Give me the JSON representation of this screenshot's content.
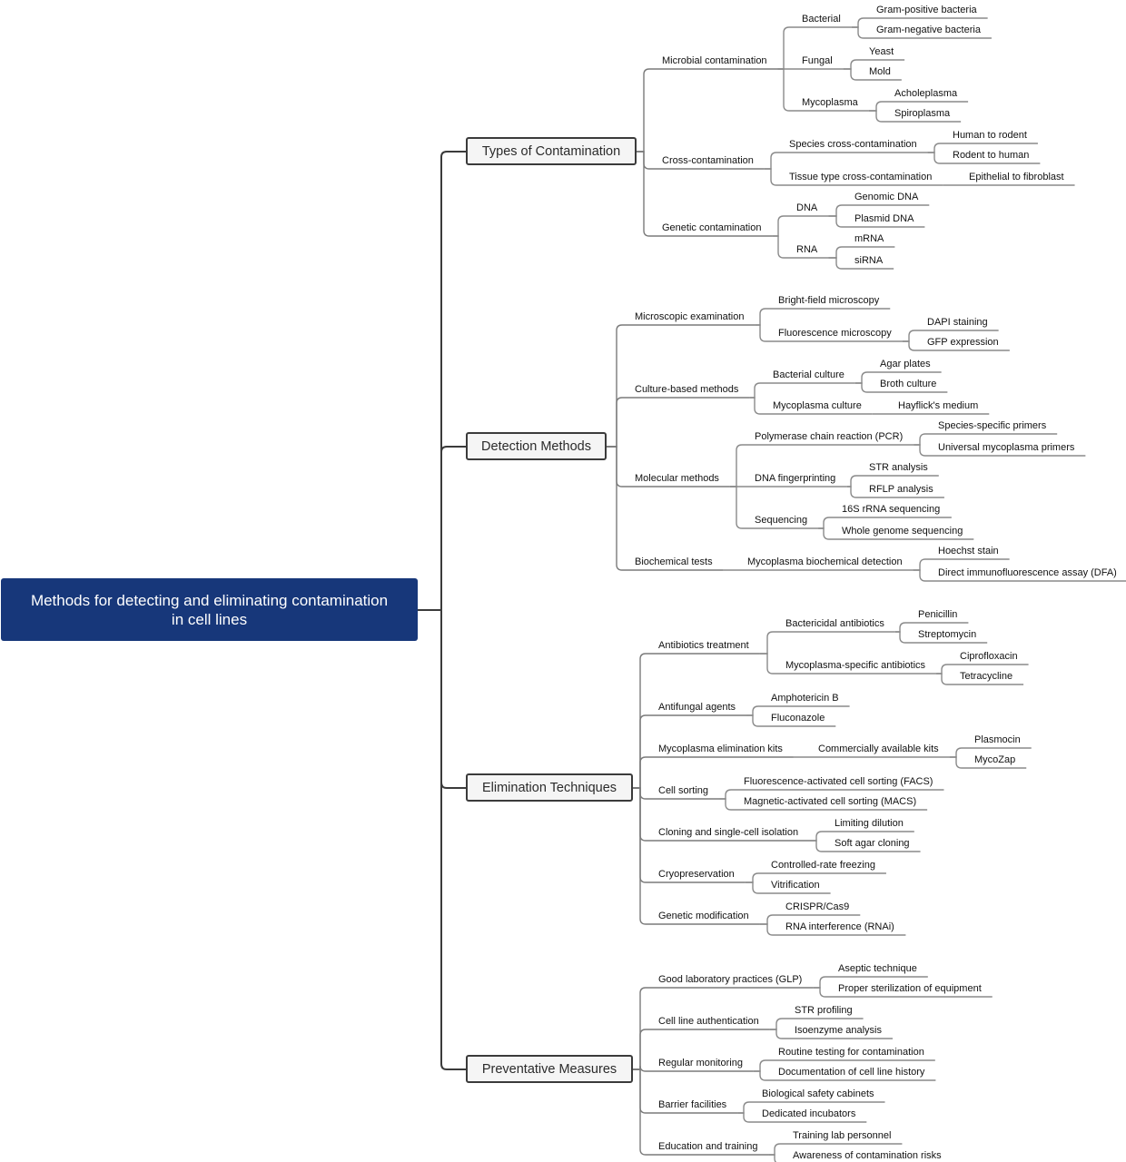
{
  "root": {
    "title": "Methods for detecting and eliminating contamination in cell lines",
    "title_line1": "Methods for detecting and eliminating contamination",
    "title_line2": "in cell lines"
  },
  "colors": {
    "root_fill": "#17377a",
    "root_text": "#ffffff",
    "branch_fill": "#f5f5f5",
    "branch_border": "#3b3b3b",
    "connector_main": "#3b3b3b",
    "connector_sub": "#8a8a8a"
  },
  "branches": [
    {
      "label": "Types of Contamination",
      "children": [
        {
          "label": "Microbial contamination",
          "children": [
            {
              "label": "Bacterial",
              "children": [
                {
                  "label": "Gram-positive bacteria"
                },
                {
                  "label": "Gram-negative bacteria"
                }
              ]
            },
            {
              "label": "Fungal",
              "children": [
                {
                  "label": "Yeast"
                },
                {
                  "label": "Mold"
                }
              ]
            },
            {
              "label": "Mycoplasma",
              "children": [
                {
                  "label": "Acholeplasma"
                },
                {
                  "label": "Spiroplasma"
                }
              ]
            }
          ]
        },
        {
          "label": "Cross-contamination",
          "children": [
            {
              "label": "Species cross-contamination",
              "children": [
                {
                  "label": "Human to rodent"
                },
                {
                  "label": "Rodent to human"
                }
              ]
            },
            {
              "label": "Tissue type cross-contamination",
              "children": [
                {
                  "label": "Epithelial to fibroblast"
                }
              ]
            }
          ]
        },
        {
          "label": "Genetic contamination",
          "children": [
            {
              "label": "DNA",
              "children": [
                {
                  "label": "Genomic DNA"
                },
                {
                  "label": "Plasmid DNA"
                }
              ]
            },
            {
              "label": "RNA",
              "children": [
                {
                  "label": "mRNA"
                },
                {
                  "label": "siRNA"
                }
              ]
            }
          ]
        }
      ]
    },
    {
      "label": "Detection Methods",
      "children": [
        {
          "label": "Microscopic examination",
          "children": [
            {
              "label": "Bright-field microscopy"
            },
            {
              "label": "Fluorescence microscopy",
              "children": [
                {
                  "label": "DAPI staining"
                },
                {
                  "label": "GFP expression"
                }
              ]
            }
          ]
        },
        {
          "label": "Culture-based methods",
          "children": [
            {
              "label": "Bacterial culture",
              "children": [
                {
                  "label": "Agar plates"
                },
                {
                  "label": "Broth culture"
                }
              ]
            },
            {
              "label": "Mycoplasma culture",
              "children": [
                {
                  "label": "Hayflick's medium"
                }
              ]
            }
          ]
        },
        {
          "label": "Molecular methods",
          "children": [
            {
              "label": "Polymerase chain reaction (PCR)",
              "children": [
                {
                  "label": "Species-specific primers"
                },
                {
                  "label": "Universal mycoplasma primers"
                }
              ]
            },
            {
              "label": "DNA fingerprinting",
              "children": [
                {
                  "label": "STR analysis"
                },
                {
                  "label": "RFLP analysis"
                }
              ]
            },
            {
              "label": "Sequencing",
              "children": [
                {
                  "label": "16S rRNA sequencing"
                },
                {
                  "label": "Whole genome sequencing"
                }
              ]
            }
          ]
        },
        {
          "label": "Biochemical tests",
          "children": [
            {
              "label": "Mycoplasma biochemical detection",
              "children": [
                {
                  "label": "Hoechst stain"
                },
                {
                  "label": "Direct immunofluorescence assay (DFA)"
                }
              ]
            }
          ]
        }
      ]
    },
    {
      "label": "Elimination Techniques",
      "children": [
        {
          "label": "Antibiotics treatment",
          "children": [
            {
              "label": "Bactericidal antibiotics",
              "children": [
                {
                  "label": "Penicillin"
                },
                {
                  "label": "Streptomycin"
                }
              ]
            },
            {
              "label": "Mycoplasma-specific antibiotics",
              "children": [
                {
                  "label": "Ciprofloxacin"
                },
                {
                  "label": "Tetracycline"
                }
              ]
            }
          ]
        },
        {
          "label": "Antifungal agents",
          "children": [
            {
              "label": "Amphotericin B"
            },
            {
              "label": "Fluconazole"
            }
          ]
        },
        {
          "label": "Mycoplasma elimination kits",
          "children": [
            {
              "label": "Commercially available kits",
              "children": [
                {
                  "label": "Plasmocin"
                },
                {
                  "label": "MycoZap"
                }
              ]
            }
          ]
        },
        {
          "label": "Cell sorting",
          "children": [
            {
              "label": "Fluorescence-activated cell sorting (FACS)"
            },
            {
              "label": "Magnetic-activated cell sorting (MACS)"
            }
          ]
        },
        {
          "label": "Cloning and single-cell isolation",
          "children": [
            {
              "label": "Limiting dilution"
            },
            {
              "label": "Soft agar cloning"
            }
          ]
        },
        {
          "label": "Cryopreservation",
          "children": [
            {
              "label": "Controlled-rate freezing"
            },
            {
              "label": "Vitrification"
            }
          ]
        },
        {
          "label": "Genetic modification",
          "children": [
            {
              "label": "CRISPR/Cas9"
            },
            {
              "label": "RNA interference (RNAi)"
            }
          ]
        }
      ]
    },
    {
      "label": "Preventative Measures",
      "children": [
        {
          "label": "Good laboratory practices (GLP)",
          "children": [
            {
              "label": "Aseptic technique"
            },
            {
              "label": "Proper sterilization of equipment"
            }
          ]
        },
        {
          "label": "Cell line authentication",
          "children": [
            {
              "label": "STR profiling"
            },
            {
              "label": "Isoenzyme analysis"
            }
          ]
        },
        {
          "label": "Regular monitoring",
          "children": [
            {
              "label": "Routine testing for contamination"
            },
            {
              "label": "Documentation of cell line history"
            }
          ]
        },
        {
          "label": "Barrier facilities",
          "children": [
            {
              "label": "Biological safety cabinets"
            },
            {
              "label": "Dedicated incubators"
            }
          ]
        },
        {
          "label": "Education and training",
          "children": [
            {
              "label": "Training lab personnel"
            },
            {
              "label": "Awareness of contamination risks"
            }
          ]
        }
      ]
    }
  ]
}
